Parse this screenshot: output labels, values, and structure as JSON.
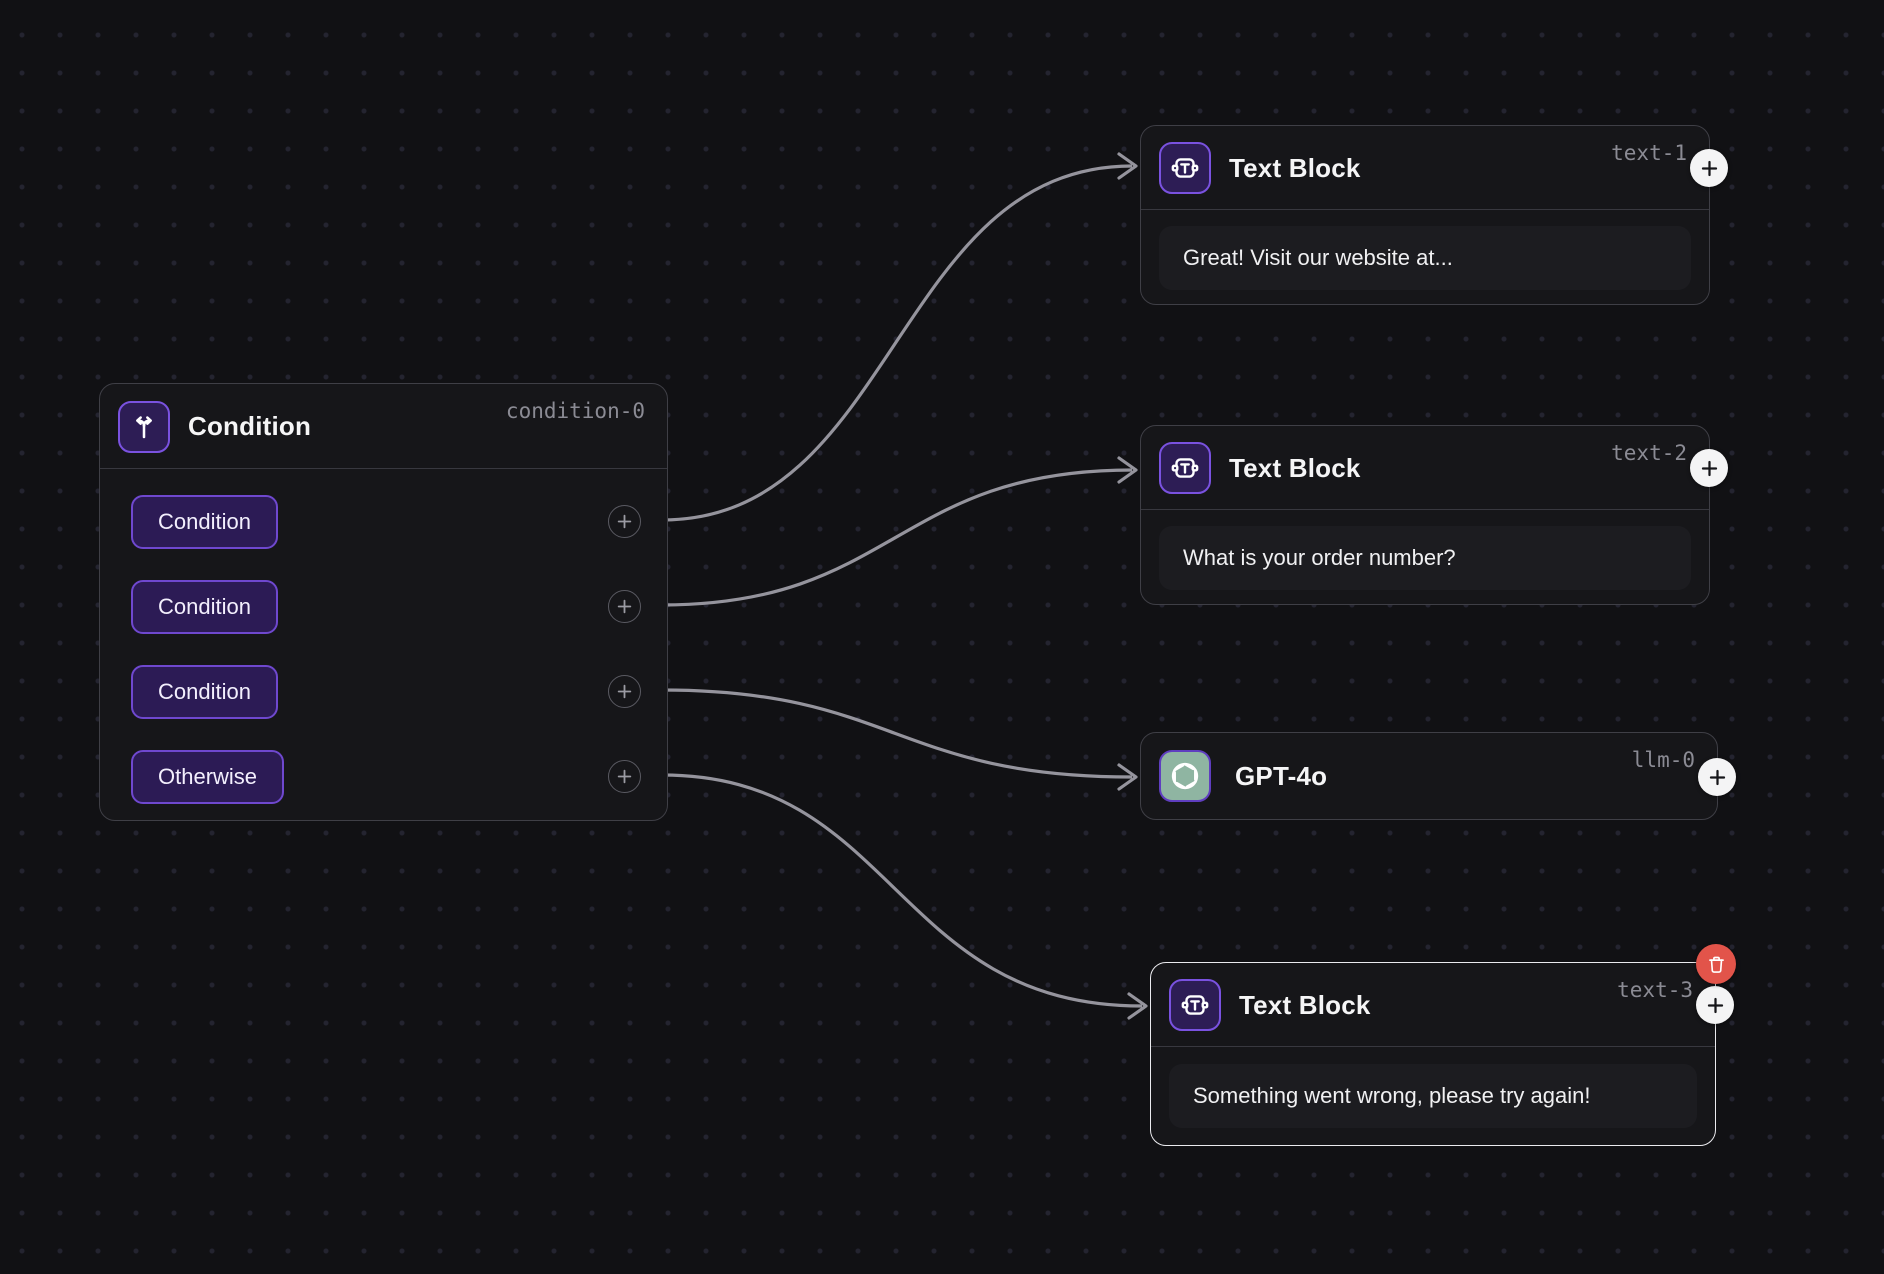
{
  "canvas": {
    "background": "#111114",
    "dot_color": "#242430",
    "edge_color": "#95949d"
  },
  "nodes": {
    "condition": {
      "title": "Condition",
      "id": "condition-0",
      "icon": "branch-split-icon",
      "rows": [
        {
          "label": "Condition"
        },
        {
          "label": "Condition"
        },
        {
          "label": "Condition"
        },
        {
          "label": "Otherwise"
        }
      ]
    },
    "text1": {
      "title": "Text Block",
      "id": "text-1",
      "icon": "text-block-icon",
      "content": "Great! Visit our website at..."
    },
    "text2": {
      "title": "Text Block",
      "id": "text-2",
      "icon": "text-block-icon",
      "content": "What is your order number?"
    },
    "llm": {
      "title": "GPT-4o",
      "id": "llm-0",
      "icon": "openai-icon"
    },
    "text3": {
      "title": "Text Block",
      "id": "text-3",
      "icon": "text-block-icon",
      "content": "Something went wrong, please try again!",
      "selected": true
    }
  },
  "edges": [
    {
      "from": "condition-0 branch 1",
      "to": "text-1"
    },
    {
      "from": "condition-0 branch 2",
      "to": "text-2"
    },
    {
      "from": "condition-0 branch 3",
      "to": "llm-0"
    },
    {
      "from": "condition-0 otherwise",
      "to": "text-3"
    }
  ],
  "colors": {
    "accent_purple": "#7a52e0",
    "pill_fill": "#2c1b55",
    "tile_fill": "#2d1d55",
    "openai_tile": "#8fb5a2",
    "delete_red": "#e2544a",
    "selected_border": "#ebebef"
  }
}
